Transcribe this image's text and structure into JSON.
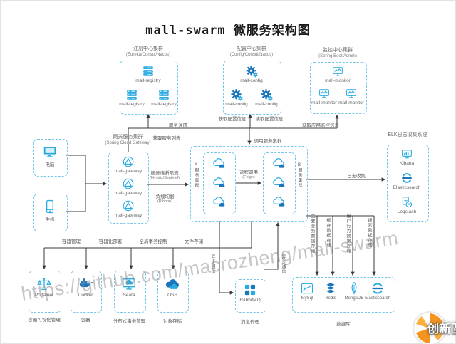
{
  "title": "mall-swarm 微服务架构图",
  "clusters": {
    "registry": {
      "heading": "注册中心集群",
      "sub": "(Eureka/Consul/Nacos)",
      "nodes": [
        "mall-registry",
        "mall-registry",
        "mall-registry"
      ]
    },
    "config": {
      "heading": "配置中心集群",
      "sub": "(Config/Consul/Nacos)",
      "nodes": [
        "mall-config",
        "mall-config",
        "mall-config"
      ]
    },
    "monitor": {
      "heading": "监控中心集群",
      "sub": "(Spring Boot Admin)",
      "nodes": [
        "mall-monitor",
        "mall-monitor",
        "mall-monitor"
      ]
    },
    "gateway": {
      "heading": "网关服务集群",
      "sub": "(Spring Cloud Gateway)",
      "nodes": [
        "mall-gateway",
        "mall-gateway",
        "mall-gateway"
      ]
    },
    "services": {
      "inner_left": "A服务集群",
      "inner_right": "B服务集群",
      "feign": "远程调用",
      "feign_sub": "(Feign)"
    },
    "elk": {
      "heading": "ELK日志收集系统",
      "nodes": [
        "Kibana",
        "Elasticsearch",
        "Logstash"
      ]
    }
  },
  "devices": {
    "computer": "电脑",
    "phone": "手机"
  },
  "edges": {
    "register": "服务注册",
    "get_service_list": "获取服务列表",
    "get_config": "获取配置信息",
    "read_config": "读取配置信息",
    "get_monitor": "获取应用监控信息",
    "call_services": "调用服务集群",
    "fuse": "服务熔断限流",
    "fuse_sub": "(Hystrix/Sentinel)",
    "lb": "负载均衡",
    "lb_sub": "(Ribbon)",
    "log_collect": "日志收集",
    "async_send": "异步通信",
    "async_recv": "异步通信",
    "db_mysql": "主要业务数据存储",
    "db_redis": "缓存数据存储",
    "db_mongo": "用户行为数据存储",
    "db_es": "搜索数据存储",
    "container_mgmt": "容器管理",
    "containerize": "容器化部署",
    "global_tx": "全局事务控制",
    "file_storage": "文件存储"
  },
  "bottom": {
    "portainer": {
      "label": "Portainer",
      "caption": "容器可视化管理"
    },
    "docker": {
      "label": "Docker",
      "caption": "容器"
    },
    "seata": {
      "label": "Seata",
      "caption": "分布式事务管理"
    },
    "oss": {
      "label": "OSS",
      "caption": "对象存储"
    },
    "rabbitmq": {
      "label": "RabbitMQ",
      "caption": "消息代理"
    },
    "databases": {
      "nodes": [
        "MySql",
        "Redis",
        "MongoDB",
        "Elasticsearch"
      ],
      "caption": "数据库"
    }
  },
  "watermark_url": "https://github.com/macrozheng/mall-swarm",
  "logo_text": "创新互联",
  "colors": {
    "accent": "#29abe2",
    "accent_dark": "#1b75bb",
    "box_border": "#74c6e8",
    "arrow": "#3a3a3a",
    "logo_orange": "#f7931e"
  }
}
